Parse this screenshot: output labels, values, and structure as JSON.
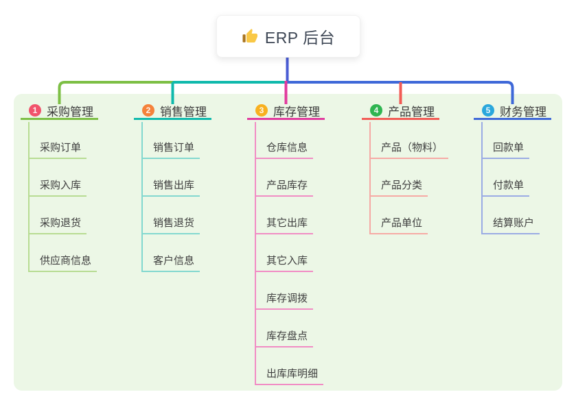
{
  "root": {
    "title": "ERP 后台",
    "icon": "thumbs-up-icon",
    "stem_color": "#4a5cd4",
    "card_bg": "#ffffff"
  },
  "panel": {
    "bg_color": "#ecf7e6"
  },
  "branches": [
    {
      "number": "1",
      "label": "采购管理",
      "badge_color": "#f1536b",
      "line_color": "#7dbf45",
      "child_line_color": "#b7dc92",
      "children": [
        "采购订单",
        "采购入库",
        "采购退货",
        "供应商信息"
      ]
    },
    {
      "number": "2",
      "label": "销售管理",
      "badge_color": "#f5823b",
      "line_color": "#0fb9ac",
      "child_line_color": "#82d8cf",
      "children": [
        "销售订单",
        "销售出库",
        "销售退货",
        "客户信息"
      ]
    },
    {
      "number": "3",
      "label": "库存管理",
      "badge_color": "#f8b01f",
      "line_color": "#e13a9e",
      "child_line_color": "#f18cc4",
      "children": [
        "仓库信息",
        "产品库存",
        "其它出库",
        "其它入库",
        "库存调拨",
        "库存盘点",
        "出库库明细"
      ]
    },
    {
      "number": "4",
      "label": "产品管理",
      "badge_color": "#2fb551",
      "line_color": "#f25b55",
      "child_line_color": "#f6a9a4",
      "children": [
        "产品（物料）",
        "产品分类",
        "产品单位"
      ]
    },
    {
      "number": "5",
      "label": "财务管理",
      "badge_color": "#2aa7dc",
      "line_color": "#3e68d8",
      "child_line_color": "#9aabe4",
      "children": [
        "回款单",
        "付款单",
        "结算账户"
      ]
    }
  ]
}
